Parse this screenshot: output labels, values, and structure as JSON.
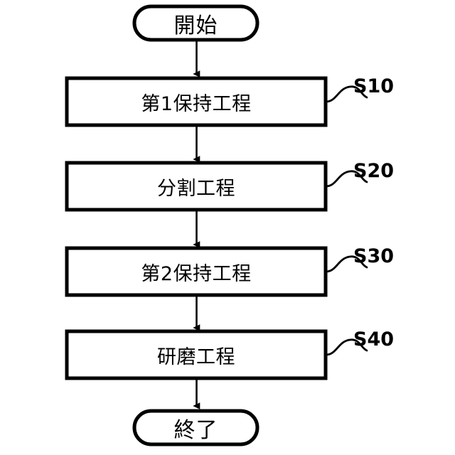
{
  "diagram": {
    "type": "flowchart",
    "orientation": "vertical",
    "background_color": "#ffffff",
    "stroke_color": "#000000",
    "title": "",
    "start": {
      "shape": "terminator",
      "label": "開始"
    },
    "end": {
      "shape": "terminator",
      "label": "終了"
    },
    "steps": [
      {
        "shape": "process",
        "label": "第1保持工程",
        "tag": "S10"
      },
      {
        "shape": "process",
        "label": "分割工程",
        "tag": "S20"
      },
      {
        "shape": "process",
        "label": "第2保持工程",
        "tag": "S30"
      },
      {
        "shape": "process",
        "label": "研磨工程",
        "tag": "S40"
      }
    ],
    "connectors": [
      {
        "from": "開始",
        "to": "第1保持工程",
        "arrow": "down"
      },
      {
        "from": "第1保持工程",
        "to": "分割工程",
        "arrow": "down"
      },
      {
        "from": "分割工程",
        "to": "第2保持工程",
        "arrow": "down"
      },
      {
        "from": "第2保持工程",
        "to": "研磨工程",
        "arrow": "down"
      },
      {
        "from": "研磨工程",
        "to": "終了",
        "arrow": "down"
      }
    ]
  }
}
